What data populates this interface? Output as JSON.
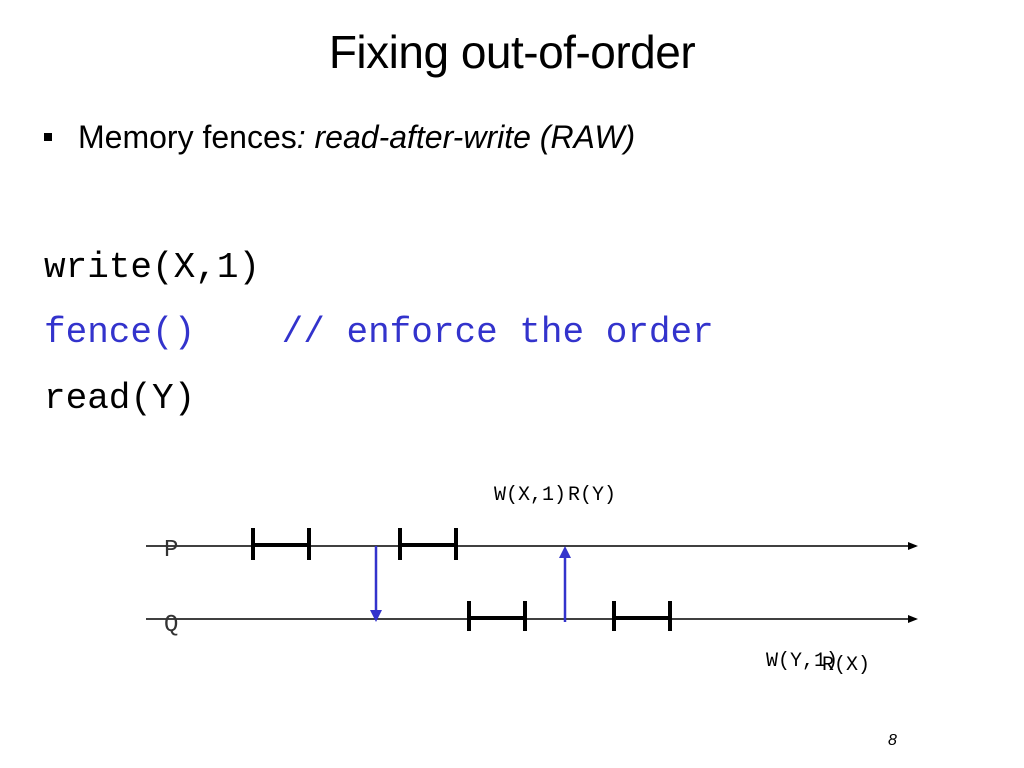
{
  "title": "Fixing out-of-order",
  "bullet": {
    "text": "Memory  fences",
    "italic_text": ": read-after-write (RAW)"
  },
  "code": {
    "line1": "write(X,1)",
    "line2_call": "fence()",
    "line2_comment": "// enforce the order",
    "line3": "read(Y)"
  },
  "diagram": {
    "lanes": [
      {
        "label": "P"
      },
      {
        "label": "Q"
      }
    ],
    "labels": {
      "p_ops_a": "W(X,1)",
      "p_ops_b": "R(Y)",
      "q_ops_a": "W(Y,1)",
      "q_ops_b": "R(X)"
    },
    "arrow_color": "#3333cc",
    "line_color": "#000000"
  },
  "page_number": "8"
}
